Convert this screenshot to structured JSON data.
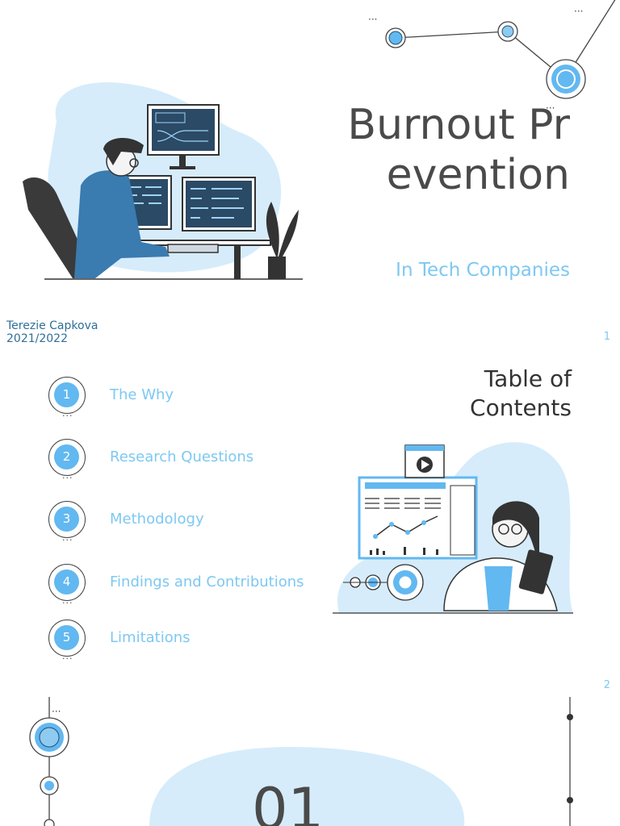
{
  "slide1": {
    "title": "Burnout Prevention",
    "subtitle": "In Tech Companies",
    "author": "Terezie Capkova",
    "year": "2021/2022",
    "page": "1"
  },
  "slide2": {
    "title": "Table of Contents",
    "page": "2",
    "items": [
      {
        "num": "1",
        "label": "The Why"
      },
      {
        "num": "2",
        "label": "Research Questions"
      },
      {
        "num": "3",
        "label": "Methodology"
      },
      {
        "num": "4",
        "label": "Findings and Contributions"
      },
      {
        "num": "5",
        "label": "Limitations"
      }
    ]
  },
  "slide3": {
    "section_number": "01"
  },
  "colors": {
    "accent": "#62b8f0",
    "light_blue": "#d6ecfb",
    "dark": "#4a4a4a",
    "navy": "#2f6f99"
  }
}
